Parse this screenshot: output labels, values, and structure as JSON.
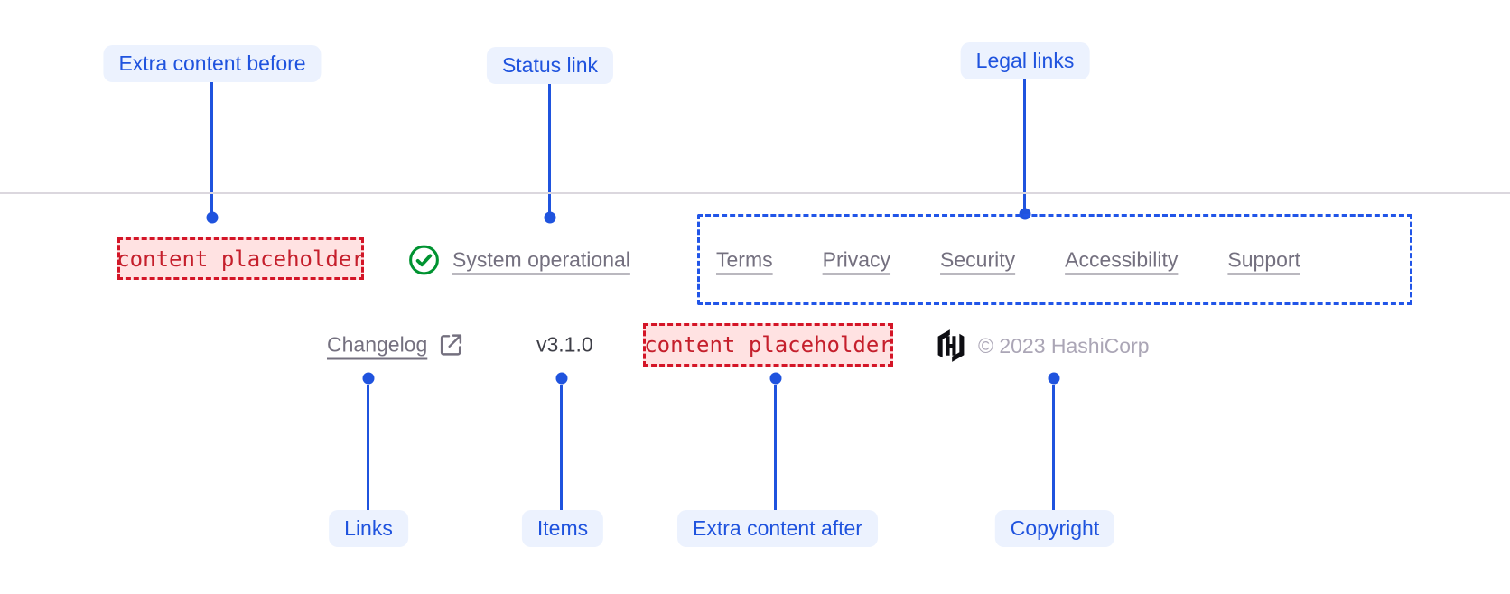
{
  "colors": {
    "annotation_blue": "#1f53de",
    "annotation_pill_bg": "#ecf2fe",
    "legal_box_dash_blue": "#2155e8",
    "placeholder_red": "#c51f2c",
    "placeholder_bg": "#ffe2e2",
    "link_gray": "#74707f",
    "version_gray": "#3d3e47",
    "copyright_gray": "#aba6b6",
    "divider_gray": "#dbd7de",
    "status_green": "#009331",
    "logo_black": "#0e0e13"
  },
  "annotations": {
    "top": [
      {
        "id": "extra-content-before",
        "label": "Extra content before"
      },
      {
        "id": "status-link",
        "label": "Status link"
      },
      {
        "id": "legal-links",
        "label": "Legal links"
      }
    ],
    "bottom": [
      {
        "id": "links",
        "label": "Links"
      },
      {
        "id": "items",
        "label": "Items"
      },
      {
        "id": "extra-content-after",
        "label": "Extra content after"
      },
      {
        "id": "copyright",
        "label": "Copyright"
      }
    ]
  },
  "footer": {
    "extra_content_before": "content placeholder",
    "status_link": {
      "label": "System operational",
      "icon": "check-circle-icon"
    },
    "legal_links": [
      "Terms",
      "Privacy",
      "Security",
      "Accessibility",
      "Support"
    ],
    "links": [
      {
        "label": "Changelog",
        "icon": "external-link-icon"
      }
    ],
    "items": [
      {
        "label": "v3.1.0"
      }
    ],
    "extra_content_after": "content placeholder",
    "copyright": "© 2023 HashiCorp"
  }
}
